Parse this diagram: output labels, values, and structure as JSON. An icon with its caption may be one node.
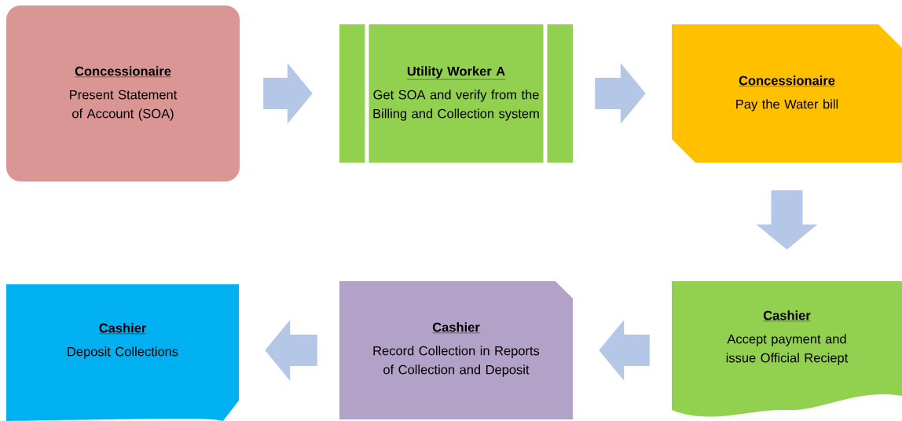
{
  "diagram": {
    "nodes": [
      {
        "text": [
          "Concessionaire",
          "Present Statement of Account (SOA)"
        ]
      },
      {
        "text": [
          "Utility Worker A",
          "Get SOA and verify from the Billing and Collection system"
        ]
      },
      {
        "text": [
          "Concessionaire",
          "Pay the Water bill"
        ]
      },
      {
        "text": [
          "Cashier",
          "Accept payment and issue Official Reciept"
        ]
      },
      {
        "text": [
          "Cashier",
          "Record Collection in Reports of Collection and Deposit"
        ]
      },
      {
        "text": [
          "Cashier",
          "Deposit Collections"
        ]
      }
    ],
    "edges": [
      {
        "from": 0,
        "to": 1,
        "arrow": "to"
      },
      {
        "from": 1,
        "to": 2,
        "arrow": "to"
      },
      {
        "from": 2,
        "to": 3,
        "arrow": "to"
      },
      {
        "from": 3,
        "to": 4,
        "arrow": "to"
      },
      {
        "from": 4,
        "to": 5,
        "arrow": "to"
      }
    ]
  }
}
